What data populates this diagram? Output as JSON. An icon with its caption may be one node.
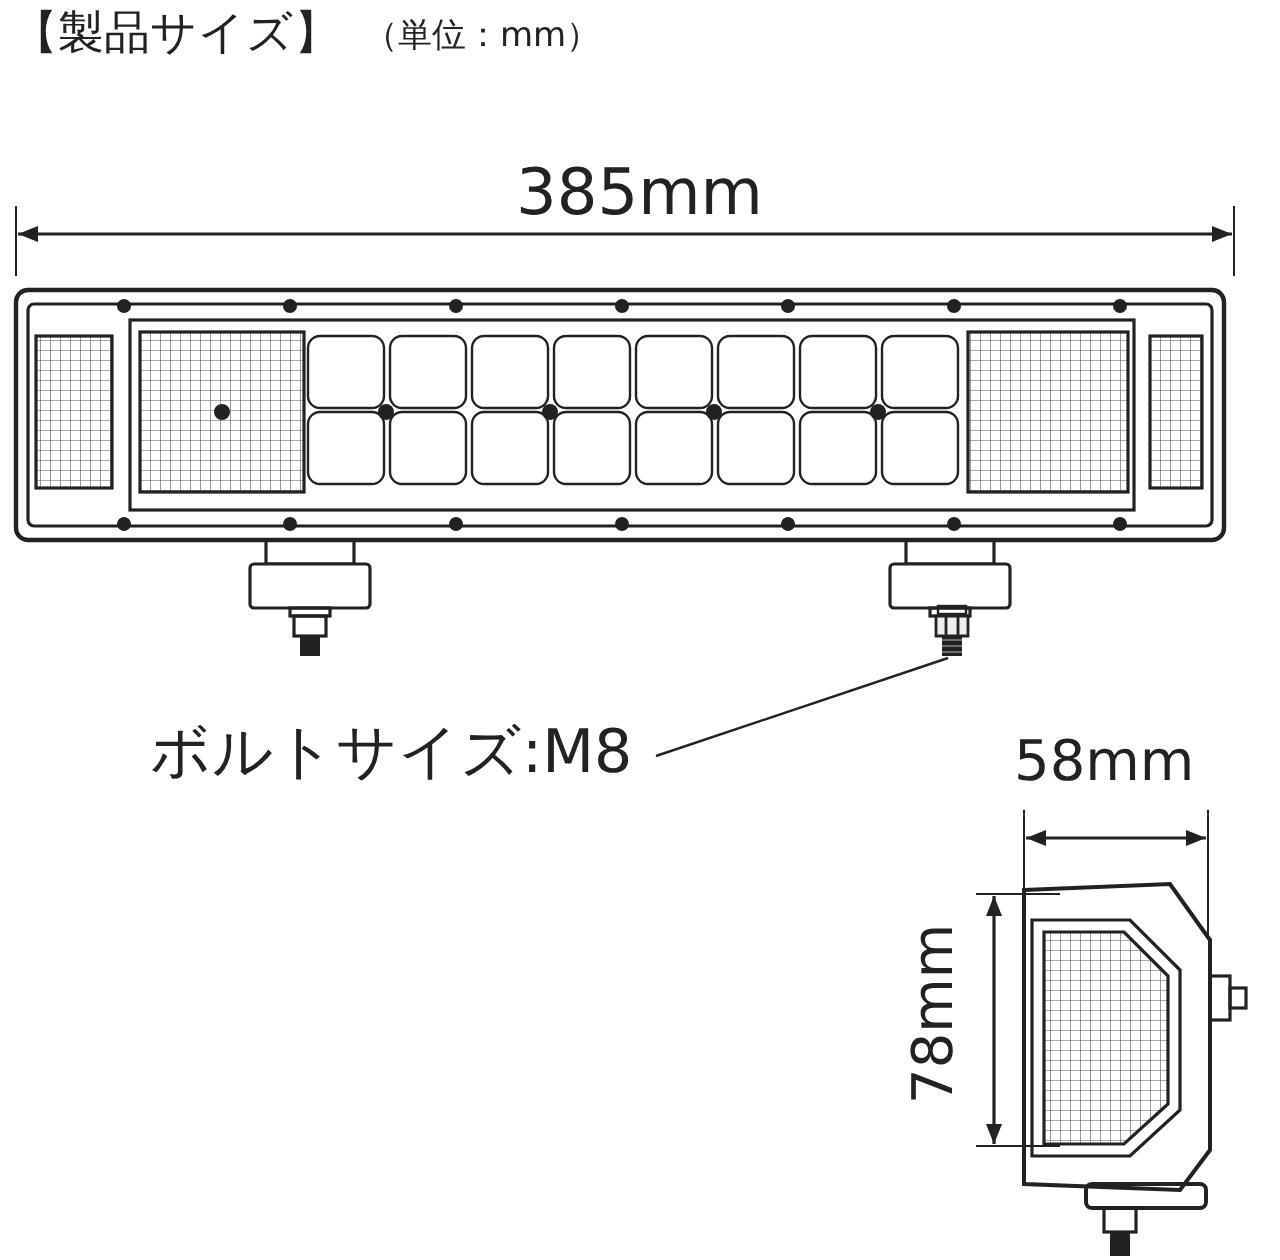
{
  "diagram": {
    "title": "【製品サイズ】",
    "nodes": [
      {
        "text": [
          "ボルトサイズ:M8"
        ]
      },
      {
        "text": [],
        "shape": "picture"
      }
    ],
    "edges": [
      {
        "from": 0,
        "to": 1,
        "arrow": "none"
      }
    ],
    "labels": [
      "（単位：mm）",
      "385mm",
      "58mm",
      "78mm"
    ]
  }
}
